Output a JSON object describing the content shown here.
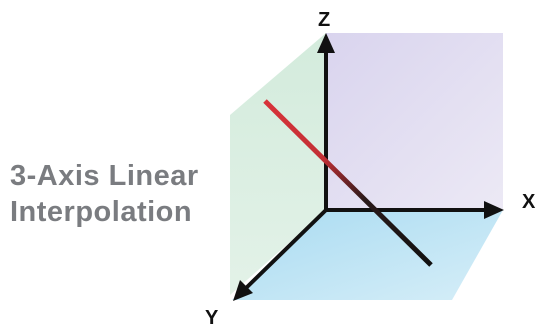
{
  "title_lines": [
    "3-Axis Linear",
    "Interpolation"
  ],
  "axes": {
    "x": "X",
    "y": "Y",
    "z": "Z"
  },
  "colors": {
    "back_plane": "#dcd9ee",
    "left_plane": "#d8ecdf",
    "floor_plane": "#bfe2f3",
    "axis": "#111111",
    "path_start": "#d8333a",
    "path_end": "#111111",
    "caption": "#7a7c80"
  }
}
